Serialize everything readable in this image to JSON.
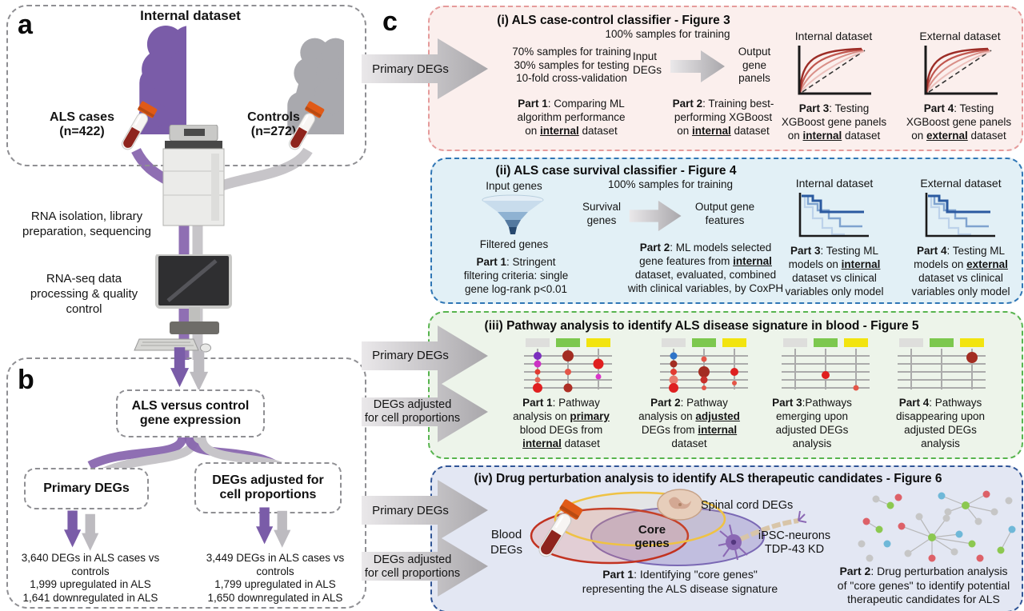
{
  "colors": {
    "als_purple": "#7A5CA8",
    "control_gray": "#A9A9AE",
    "blood_red": "#8E241D",
    "cap_orange": "#E05A17",
    "section_i_border": "#E59B9B",
    "section_i_bg": "#FBEFED",
    "section_ii_border": "#2F76B5",
    "section_ii_bg": "#E2F0F6",
    "section_iii_border": "#57B44E",
    "section_iii_bg": "#EDF4EA",
    "section_iv_border": "#2F5496",
    "section_iv_bg": "#E3E7F3"
  },
  "panel_a": {
    "label": "a",
    "title": "Internal dataset",
    "cases": "ALS cases\n(n=422)",
    "controls": "Controls\n(n=272)"
  },
  "workflow": {
    "step1": "RNA isolation, library\npreparation, sequencing",
    "step2": "RNA-seq data\nprocessing & quality\ncontrol"
  },
  "panel_b": {
    "label": "b",
    "root": "ALS versus control\ngene expression",
    "primary": "Primary DEGs",
    "adjusted": "DEGs adjusted for\ncell proportions",
    "primary_stats": "3,640 DEGs in ALS cases vs\ncontrols\n1,999 upregulated in ALS\n1,641 downregulated in ALS",
    "adjusted_stats": "3,449 DEGs in ALS cases vs\ncontrols\n1,799 upregulated in ALS\n1,650 downregulated in ALS"
  },
  "panel_c": {
    "label": "c",
    "sec_i": {
      "title": "(i) ALS case-control classifier - Figure 3",
      "input_arrow": "Primary DEGs",
      "col1_top": "70% samples for training\n30% samples for testing\n10-fold cross-validation",
      "part1": "**Part 1**: Comparing  ML\nalgorithm performance\non __internal__ dataset",
      "col2_top": "100% samples for training",
      "col2_in": "Input\nDEGs",
      "col2_out": "Output\ngene\npanels",
      "part2": "**Part 2**: Training best-\nperforming XGBoost\non __internal__ dataset",
      "col3_title": "Internal dataset",
      "part3": "**Part 3**: Testing\nXGBoost gene panels\non __internal__ dataset",
      "col4_title": "External dataset",
      "part4": "**Part 4**: Testing\nXGBoost gene panels\non __external__ dataset"
    },
    "sec_ii": {
      "title": "(ii) ALS case survival classifier - Figure 4",
      "col1_in": "Input genes",
      "col1_out": "Filtered genes",
      "part1": "**Part 1**: Stringent\nfiltering criteria: single\ngene log-rank p<0.01",
      "col2_top": "100% samples for training",
      "col2_in": "Survival\ngenes",
      "col2_out": "Output gene\nfeatures",
      "part2": "**Part 2**: ML models selected\ngene features from __internal__\ndataset, evaluated, combined\nwith clinical variables, by CoxPH",
      "col3_title": "Internal dataset",
      "part3": "**Part 3**: Testing ML\nmodels on __internal__\ndataset vs clinical\nvariables only model",
      "col4_title": "External dataset",
      "part4": "**Part 4**: Testing ML\nmodels on __external__\ndataset vs clinical\nvariables only model"
    },
    "sec_iii": {
      "title": "(iii) Pathway analysis to identify ALS disease signature in blood - Figure 5",
      "arrow1": "Primary DEGs",
      "arrow2": "DEGs adjusted\nfor cell proportions",
      "part1": "**Part 1**: Pathway\nanalysis on __primary__\nblood DEGs from\n__internal__ dataset",
      "part2": "**Part 2**: Pathway\nanalysis on __adjusted__\nDEGs from __internal__\ndataset",
      "part3": "**Part 3**:Pathways\nemerging upon\nadjusted DEGs\nanalysis",
      "part4": "**Part 4**: Pathways\ndisappearing upon\nadjusted DEGs\nanalysis"
    },
    "sec_iv": {
      "title": "(iv) Drug perturbation analysis to identify ALS therapeutic candidates - Figure 6",
      "arrow1": "Primary DEGs",
      "arrow2": "DEGs adjusted\nfor cell proportions",
      "blood": "Blood\nDEGs",
      "core": "Core\ngenes",
      "spinal": "Spinal cord DEGs",
      "neuron": "iPSC-neurons\nTDP-43 KD",
      "part1": "**Part 1**: Identifying \"core genes\"\nrepresenting the ALS disease signature",
      "part2": "**Part 2**: Drug perturbation analysis\nof \"core genes\" to identify potential\ntherapeutic candidates for ALS"
    }
  }
}
